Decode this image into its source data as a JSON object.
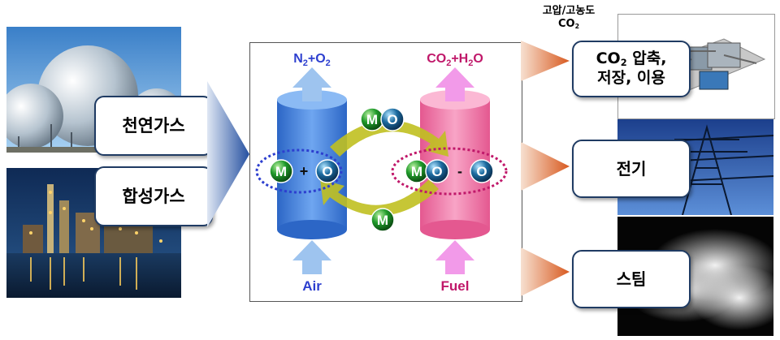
{
  "inputs": {
    "natural_gas": "천연가스",
    "syngas": "합성가스"
  },
  "reactor": {
    "air_exhaust": {
      "a": "N",
      "a_sub": "2",
      "plus": "+",
      "b": "O",
      "b_sub": "2"
    },
    "fuel_exhaust": {
      "a": "CO",
      "a_sub": "2",
      "plus": "+",
      "b": "H",
      "b_sub": "2",
      "c": "O"
    },
    "air_label": "Air",
    "fuel_label": "Fuel",
    "reduced_group": {
      "m": "M",
      "plus": "+",
      "o": "O"
    },
    "oxidized_group": {
      "m": "M",
      "o1": "O",
      "minus": "-",
      "o2": "O"
    },
    "top_particle": {
      "m": "M",
      "o": "O"
    },
    "bottom_particle": {
      "m": "M"
    }
  },
  "outputs": {
    "high_pressure_line1": "고압/고농도",
    "high_pressure_line2": "CO",
    "high_pressure_line2_sub": "2",
    "co2_a": "CO",
    "co2_sub": "2",
    "co2_b": " 압축,",
    "co2_line2": "저장, 이용",
    "electricity": "전기",
    "steam": "스팀"
  },
  "colors": {
    "air_cylinder": "#3d7fe0",
    "fuel_cylinder": "#f06ea0",
    "air_arrow": "#9ec4ef",
    "fuel_arrow": "#f29ae9",
    "loop_arrow": "#c0c020",
    "metal_green": "#1f9a2a",
    "oxygen_blue": "#1c6ba0",
    "output_arrow": "#e0703a",
    "input_arrow": "#2550a0"
  }
}
